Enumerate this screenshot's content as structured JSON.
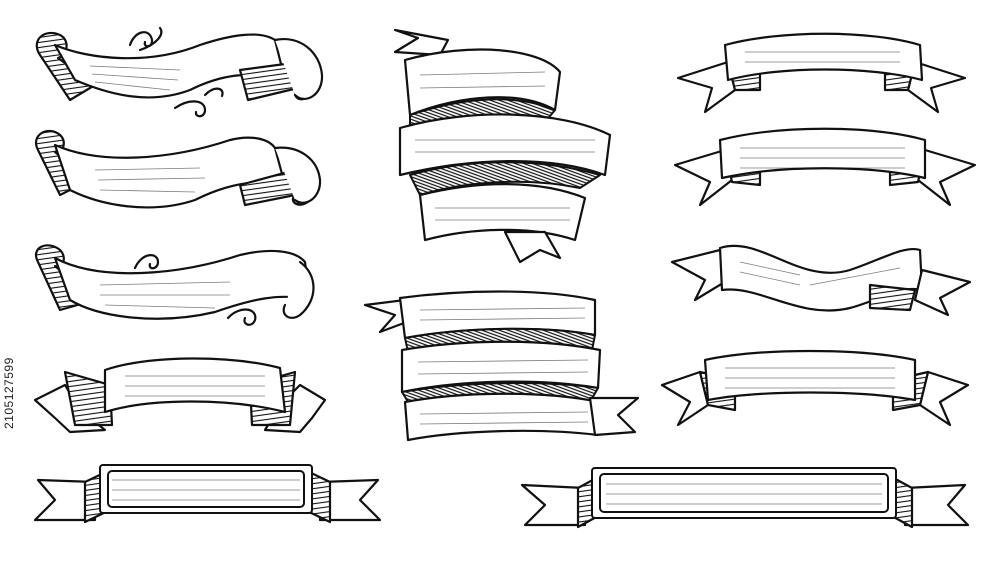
{
  "image": {
    "background": "#ffffff",
    "ink_color": "#111111",
    "style": "engraved hand-drawn vintage ribbon banners",
    "stock_id": "2105127599"
  },
  "banners": [
    {
      "name": "left-banner-1",
      "shape": "wavy scroll with curls and flourishes"
    },
    {
      "name": "left-banner-2",
      "shape": "wavy scroll with curls"
    },
    {
      "name": "left-banner-3",
      "shape": "wavy scroll with curls and flourishes"
    },
    {
      "name": "left-banner-4",
      "shape": "arched banner with forked tails"
    },
    {
      "name": "bottom-left-plaque",
      "shape": "flat banner with plaque and forked tails"
    },
    {
      "name": "center-banner-tall",
      "shape": "triple-folded zigzag ribbon"
    },
    {
      "name": "center-banner-low",
      "shape": "stacked zigzag ribbon"
    },
    {
      "name": "right-banner-1",
      "shape": "arched banner with forked tails"
    },
    {
      "name": "right-banner-2",
      "shape": "arched banner with forked tails"
    },
    {
      "name": "right-banner-3",
      "shape": "wavy banner with forked tails"
    },
    {
      "name": "right-banner-4",
      "shape": "arched banner with forked tails"
    },
    {
      "name": "bottom-right-plaque",
      "shape": "flat banner with plaque and forked tails"
    }
  ]
}
